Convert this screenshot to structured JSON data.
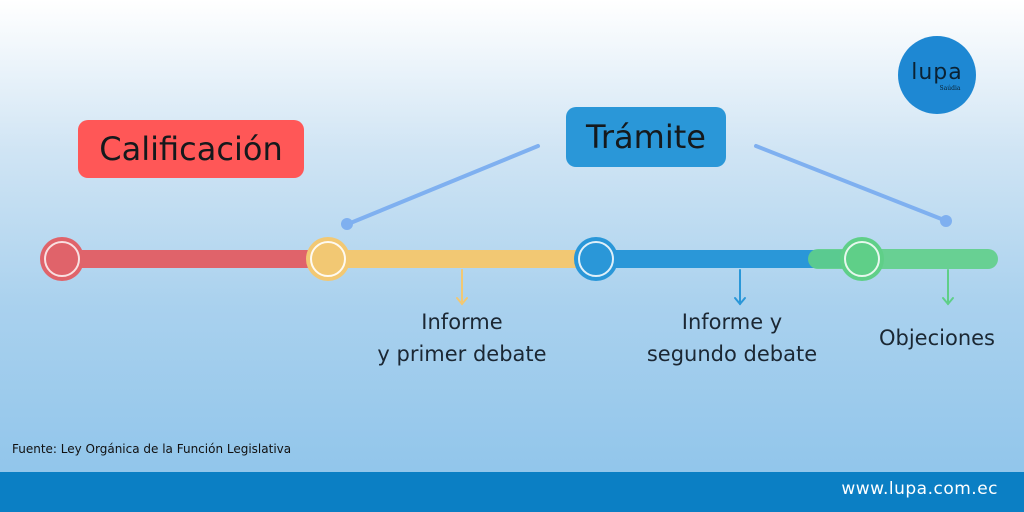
{
  "stages": {
    "calificacion": "Calificación",
    "tramite": "Trámite"
  },
  "steps": [
    {
      "line1": "Informe",
      "line2": "y primer debate"
    },
    {
      "line1": "Informe y",
      "line2": "segundo debate"
    },
    {
      "line1": "Objeciones",
      "line2": ""
    }
  ],
  "source": "Fuente: Ley Orgánica de la Función Legislativa",
  "logo": {
    "word": "lupa",
    "sub": "Saúdia"
  },
  "footer": {
    "url": "www.lupa.com.ec"
  },
  "colors": {
    "red": "#ff5757",
    "yellow": "#f2c873",
    "blue": "#2a97d8",
    "green": "#5fcf88",
    "footer": "#0b7fc4"
  }
}
